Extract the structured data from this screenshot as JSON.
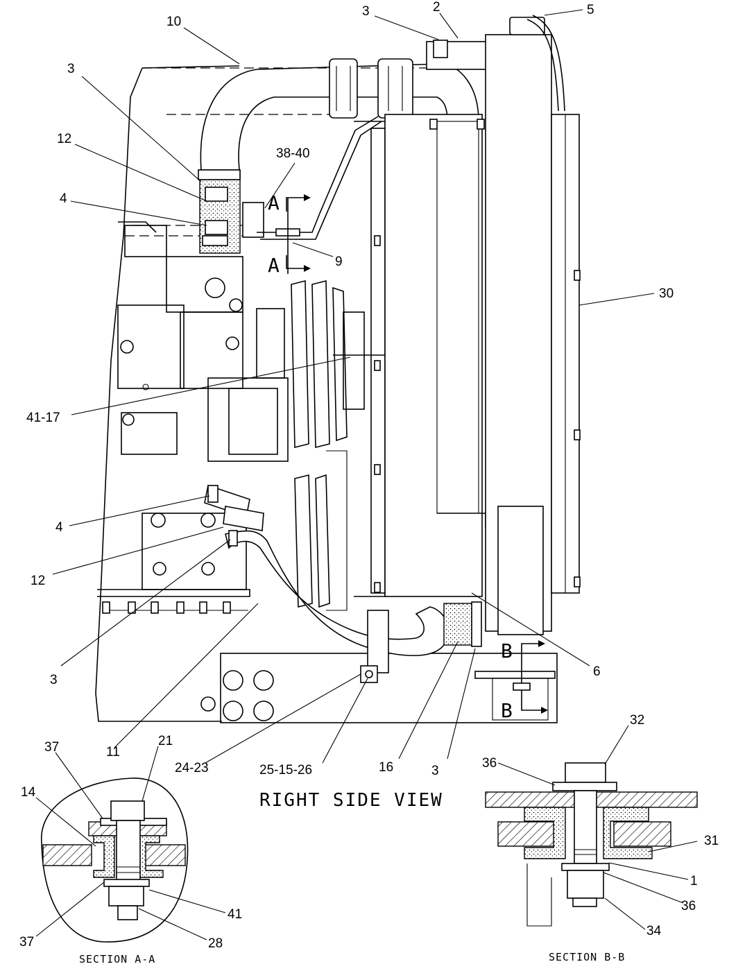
{
  "view_title": "RIGHT SIDE VIEW",
  "section_markers": {
    "a_top": "A",
    "a_bottom": "A",
    "b_top": "B",
    "b_bottom": "B"
  },
  "section_labels": {
    "aa": "SECTION A-A",
    "bb": "SECTION B-B"
  },
  "callouts": {
    "c_3_top": "3",
    "c_2": "2",
    "c_5": "5",
    "c_10": "10",
    "c_3_left": "3",
    "c_12_upper": "12",
    "c_38_40": "38-40",
    "c_4_upper": "4",
    "c_9": "9",
    "c_30": "30",
    "c_41_17": "41-17",
    "c_4_lower": "4",
    "c_12_lower": "12",
    "c_3_lower": "3",
    "c_6": "6",
    "c_11": "11",
    "c_24_23": "24-23",
    "c_25_15_26": "25-15-26",
    "c_16": "16",
    "c_3_bottom": "3",
    "aa_37_top": "37",
    "aa_21": "21",
    "aa_14": "14",
    "aa_41": "41",
    "aa_37_bottom": "37",
    "aa_28": "28",
    "bb_32": "32",
    "bb_36_top": "36",
    "bb_31": "31",
    "bb_1": "1",
    "bb_36_bottom": "36",
    "bb_34": "34"
  }
}
